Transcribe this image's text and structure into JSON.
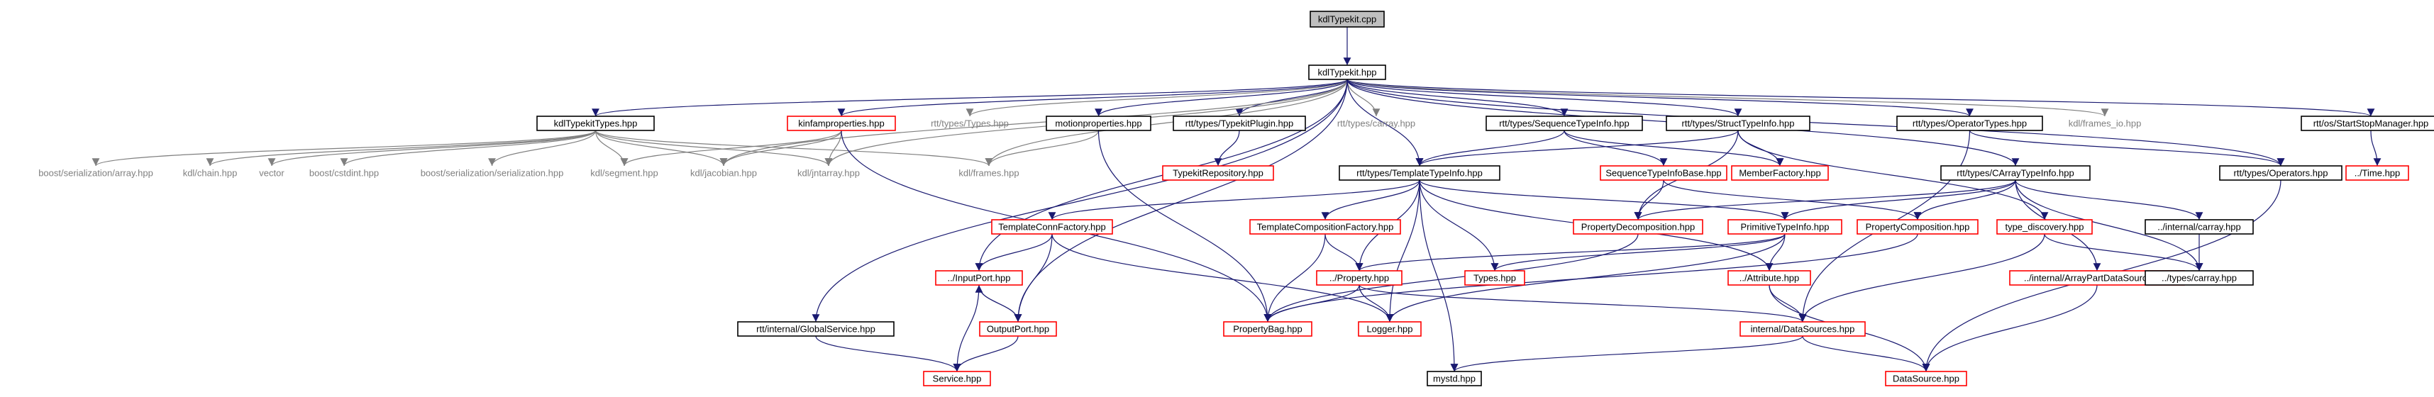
{
  "title": "kdlTypekit.cpp",
  "nodes": [
    {
      "id": "root",
      "label": "kdlTypekit.cpp",
      "style": "root"
    },
    {
      "id": "kdlTypekit_hpp",
      "label": "kdlTypekit.hpp",
      "style": "black"
    },
    {
      "id": "kdlTypekitTypes_hpp",
      "label": "kdlTypekitTypes.hpp",
      "style": "black"
    },
    {
      "id": "kinfamproperties_hpp",
      "label": "kinfamproperties.hpp",
      "style": "red"
    },
    {
      "id": "rtt_types_Types_hpp",
      "label": "rtt/types/Types.hpp",
      "style": "plain"
    },
    {
      "id": "motionproperties_hpp",
      "label": "motionproperties.hpp",
      "style": "black"
    },
    {
      "id": "TypekitPlugin_hpp",
      "label": "rtt/types/TypekitPlugin.hpp",
      "style": "black"
    },
    {
      "id": "rtt_carray_hpp",
      "label": "rtt/types/carray.hpp",
      "style": "plain"
    },
    {
      "id": "SequenceTypeInfo_hpp",
      "label": "rtt/types/SequenceTypeInfo.hpp",
      "style": "black"
    },
    {
      "id": "StructTypeInfo_hpp",
      "label": "rtt/types/StructTypeInfo.hpp",
      "style": "black"
    },
    {
      "id": "OperatorTypes_hpp",
      "label": "rtt/types/OperatorTypes.hpp",
      "style": "black"
    },
    {
      "id": "kdl_frames_io_hpp",
      "label": "kdl/frames_io.hpp",
      "style": "plain"
    },
    {
      "id": "StartStopManager_hpp",
      "label": "rtt/os/StartStopManager.hpp",
      "style": "black"
    },
    {
      "id": "boost_array_hpp",
      "label": "boost/serialization/array.hpp",
      "style": "plain"
    },
    {
      "id": "kdl_chain_hpp",
      "label": "kdl/chain.hpp",
      "style": "plain"
    },
    {
      "id": "vector",
      "label": "vector",
      "style": "plain"
    },
    {
      "id": "boost_cstdint_hpp",
      "label": "boost/cstdint.hpp",
      "style": "plain"
    },
    {
      "id": "boost_serialization_hpp",
      "label": "boost/serialization/serialization.hpp",
      "style": "plain"
    },
    {
      "id": "kdl_segment_hpp",
      "label": "kdl/segment.hpp",
      "style": "plain"
    },
    {
      "id": "kdl_jacobian_hpp",
      "label": "kdl/jacobian.hpp",
      "style": "plain"
    },
    {
      "id": "kdl_jntarray_hpp",
      "label": "kdl/jntarray.hpp",
      "style": "plain"
    },
    {
      "id": "kdl_frames_hpp",
      "label": "kdl/frames.hpp",
      "style": "plain"
    },
    {
      "id": "TypekitRepository_hpp",
      "label": "TypekitRepository.hpp",
      "style": "red"
    },
    {
      "id": "TemplateTypeInfo_hpp",
      "label": "rtt/types/TemplateTypeInfo.hpp",
      "style": "black"
    },
    {
      "id": "SequenceTypeInfoBase_hpp",
      "label": "SequenceTypeInfoBase.hpp",
      "style": "red"
    },
    {
      "id": "MemberFactory_hpp",
      "label": "MemberFactory.hpp",
      "style": "red"
    },
    {
      "id": "CArrayTypeInfo_hpp",
      "label": "rtt/types/CArrayTypeInfo.hpp",
      "style": "black"
    },
    {
      "id": "rtt_Operators_hpp",
      "label": "rtt/types/Operators.hpp",
      "style": "black"
    },
    {
      "id": "Time_hpp",
      "label": "../Time.hpp",
      "style": "red"
    },
    {
      "id": "TemplateConnFactory_hpp",
      "label": "TemplateConnFactory.hpp",
      "style": "red"
    },
    {
      "id": "TemplateCompositionFactory_hpp",
      "label": "TemplateCompositionFactory.hpp",
      "style": "red"
    },
    {
      "id": "PropertyDecomposition_hpp",
      "label": "PropertyDecomposition.hpp",
      "style": "red"
    },
    {
      "id": "PrimitiveTypeInfo_hpp",
      "label": "PrimitiveTypeInfo.hpp",
      "style": "red"
    },
    {
      "id": "PropertyComposition_hpp",
      "label": "PropertyComposition.hpp",
      "style": "red"
    },
    {
      "id": "type_discovery_hpp",
      "label": "type_discovery.hpp",
      "style": "red"
    },
    {
      "id": "internal_carray_hpp",
      "label": "../internal/carray.hpp",
      "style": "black"
    },
    {
      "id": "InputPort_hpp",
      "label": "../InputPort.hpp",
      "style": "red"
    },
    {
      "id": "Property_hpp",
      "label": "../Property.hpp",
      "style": "red"
    },
    {
      "id": "Types_hpp",
      "label": "Types.hpp",
      "style": "red"
    },
    {
      "id": "Attribute_hpp",
      "label": "../Attribute.hpp",
      "style": "red"
    },
    {
      "id": "ArrayPartDataSource_hpp",
      "label": "../internal/ArrayPartDataSource.hpp",
      "style": "red"
    },
    {
      "id": "types_carray_hpp",
      "label": "../types/carray.hpp",
      "style": "black"
    },
    {
      "id": "GlobalService_hpp",
      "label": "rtt/internal/GlobalService.hpp",
      "style": "black"
    },
    {
      "id": "OutputPort_hpp",
      "label": "OutputPort.hpp",
      "style": "red"
    },
    {
      "id": "PropertyBag_hpp",
      "label": "PropertyBag.hpp",
      "style": "red"
    },
    {
      "id": "Logger_hpp",
      "label": "Logger.hpp",
      "style": "red"
    },
    {
      "id": "internal_DataSources_hpp",
      "label": "internal/DataSources.hpp",
      "style": "red"
    },
    {
      "id": "Service_hpp",
      "label": "Service.hpp",
      "style": "red"
    },
    {
      "id": "mystd_hpp",
      "label": "mystd.hpp",
      "style": "black"
    },
    {
      "id": "DataSource_hpp",
      "label": "DataSource.hpp",
      "style": "red"
    }
  ],
  "edges": [
    [
      "root",
      "kdlTypekit_hpp"
    ],
    [
      "kdlTypekit_hpp",
      "kdlTypekitTypes_hpp"
    ],
    [
      "kdlTypekit_hpp",
      "kinfamproperties_hpp"
    ],
    [
      "kdlTypekit_hpp",
      "rtt_types_Types_hpp"
    ],
    [
      "kdlTypekit_hpp",
      "motionproperties_hpp"
    ],
    [
      "kdlTypekit_hpp",
      "TypekitPlugin_hpp"
    ],
    [
      "kdlTypekit_hpp",
      "rtt_carray_hpp"
    ],
    [
      "kdlTypekit_hpp",
      "SequenceTypeInfo_hpp"
    ],
    [
      "kdlTypekit_hpp",
      "StructTypeInfo_hpp"
    ],
    [
      "kdlTypekit_hpp",
      "OperatorTypes_hpp"
    ],
    [
      "kdlTypekit_hpp",
      "kdl_frames_io_hpp"
    ],
    [
      "kdlTypekit_hpp",
      "StartStopManager_hpp"
    ],
    [
      "kdlTypekit_hpp",
      "kdl_jacobian_hpp"
    ],
    [
      "kdlTypekit_hpp",
      "kdl_jntarray_hpp"
    ],
    [
      "kdlTypekit_hpp",
      "kdl_frames_hpp"
    ],
    [
      "kdlTypekit_hpp",
      "TemplateTypeInfo_hpp"
    ],
    [
      "kdlTypekit_hpp",
      "CArrayTypeInfo_hpp"
    ],
    [
      "kdlTypekit_hpp",
      "rtt_Operators_hpp"
    ],
    [
      "kdlTypekit_hpp",
      "InputPort_hpp"
    ],
    [
      "kdlTypekit_hpp",
      "OutputPort_hpp"
    ],
    [
      "kdlTypekit_hpp",
      "GlobalService_hpp"
    ],
    [
      "kdlTypekitTypes_hpp",
      "boost_array_hpp"
    ],
    [
      "kdlTypekitTypes_hpp",
      "kdl_chain_hpp"
    ],
    [
      "kdlTypekitTypes_hpp",
      "vector"
    ],
    [
      "kdlTypekitTypes_hpp",
      "boost_cstdint_hpp"
    ],
    [
      "kdlTypekitTypes_hpp",
      "boost_serialization_hpp"
    ],
    [
      "kdlTypekitTypes_hpp",
      "kdl_segment_hpp"
    ],
    [
      "kdlTypekitTypes_hpp",
      "kdl_jacobian_hpp"
    ],
    [
      "kdlTypekitTypes_hpp",
      "kdl_jntarray_hpp"
    ],
    [
      "kdlTypekitTypes_hpp",
      "kdl_frames_hpp"
    ],
    [
      "kinfamproperties_hpp",
      "kdl_segment_hpp"
    ],
    [
      "kinfamproperties_hpp",
      "kdl_jacobian_hpp"
    ],
    [
      "kinfamproperties_hpp",
      "kdl_jntarray_hpp"
    ],
    [
      "kinfamproperties_hpp",
      "PropertyBag_hpp"
    ],
    [
      "motionproperties_hpp",
      "kdl_frames_hpp"
    ],
    [
      "motionproperties_hpp",
      "PropertyBag_hpp"
    ],
    [
      "TypekitPlugin_hpp",
      "TypekitRepository_hpp"
    ],
    [
      "SequenceTypeInfo_hpp",
      "TemplateTypeInfo_hpp"
    ],
    [
      "SequenceTypeInfo_hpp",
      "SequenceTypeInfoBase_hpp"
    ],
    [
      "SequenceTypeInfo_hpp",
      "MemberFactory_hpp"
    ],
    [
      "StructTypeInfo_hpp",
      "TemplateTypeInfo_hpp"
    ],
    [
      "StructTypeInfo_hpp",
      "MemberFactory_hpp"
    ],
    [
      "StructTypeInfo_hpp",
      "PropertyDecomposition_hpp"
    ],
    [
      "StructTypeInfo_hpp",
      "type_discovery_hpp"
    ],
    [
      "OperatorTypes_hpp",
      "rtt_Operators_hpp"
    ],
    [
      "OperatorTypes_hpp",
      "internal_DataSources_hpp"
    ],
    [
      "StartStopManager_hpp",
      "Time_hpp"
    ],
    [
      "TemplateTypeInfo_hpp",
      "TemplateConnFactory_hpp"
    ],
    [
      "TemplateTypeInfo_hpp",
      "TemplateCompositionFactory_hpp"
    ],
    [
      "TemplateTypeInfo_hpp",
      "PrimitiveTypeInfo_hpp"
    ],
    [
      "TemplateTypeInfo_hpp",
      "Types_hpp"
    ],
    [
      "TemplateTypeInfo_hpp",
      "Property_hpp"
    ],
    [
      "TemplateTypeInfo_hpp",
      "Attribute_hpp"
    ],
    [
      "TemplateTypeInfo_hpp",
      "Logger_hpp"
    ],
    [
      "TemplateTypeInfo_hpp",
      "mystd_hpp"
    ],
    [
      "SequenceTypeInfoBase_hpp",
      "PropertyDecomposition_hpp"
    ],
    [
      "SequenceTypeInfoBase_hpp",
      "PropertyComposition_hpp"
    ],
    [
      "CArrayTypeInfo_hpp",
      "PrimitiveTypeInfo_hpp"
    ],
    [
      "CArrayTypeInfo_hpp",
      "PropertyComposition_hpp"
    ],
    [
      "CArrayTypeInfo_hpp",
      "PropertyDecomposition_hpp"
    ],
    [
      "CArrayTypeInfo_hpp",
      "internal_carray_hpp"
    ],
    [
      "CArrayTypeInfo_hpp",
      "ArrayPartDataSource_hpp"
    ],
    [
      "CArrayTypeInfo_hpp",
      "types_carray_hpp"
    ],
    [
      "rtt_Operators_hpp",
      "DataSource_hpp"
    ],
    [
      "TemplateConnFactory_hpp",
      "InputPort_hpp"
    ],
    [
      "TemplateConnFactory_hpp",
      "OutputPort_hpp"
    ],
    [
      "TemplateConnFactory_hpp",
      "Logger_hpp"
    ],
    [
      "TemplateCompositionFactory_hpp",
      "Property_hpp"
    ],
    [
      "TemplateCompositionFactory_hpp",
      "PropertyBag_hpp"
    ],
    [
      "PropertyDecomposition_hpp",
      "PropertyBag_hpp"
    ],
    [
      "PrimitiveTypeInfo_hpp",
      "Types_hpp"
    ],
    [
      "PrimitiveTypeInfo_hpp",
      "Attribute_hpp"
    ],
    [
      "PrimitiveTypeInfo_hpp",
      "Property_hpp"
    ],
    [
      "PrimitiveTypeInfo_hpp",
      "Logger_hpp"
    ],
    [
      "PropertyComposition_hpp",
      "PropertyBag_hpp"
    ],
    [
      "type_discovery_hpp",
      "types_carray_hpp"
    ],
    [
      "type_discovery_hpp",
      "internal_DataSources_hpp"
    ],
    [
      "internal_carray_hpp",
      "types_carray_hpp"
    ],
    [
      "InputPort_hpp",
      "OutputPort_hpp"
    ],
    [
      "InputPort_hpp",
      "Service_hpp"
    ],
    [
      "OutputPort_hpp",
      "InputPort_hpp"
    ],
    [
      "OutputPort_hpp",
      "Service_hpp"
    ],
    [
      "Property_hpp",
      "PropertyBag_hpp"
    ],
    [
      "Property_hpp",
      "Logger_hpp"
    ],
    [
      "Property_hpp",
      "internal_DataSources_hpp"
    ],
    [
      "Attribute_hpp",
      "internal_DataSources_hpp"
    ],
    [
      "Attribute_hpp",
      "DataSource_hpp"
    ],
    [
      "ArrayPartDataSource_hpp",
      "DataSource_hpp"
    ],
    [
      "GlobalService_hpp",
      "Service_hpp"
    ],
    [
      "internal_DataSources_hpp",
      "DataSource_hpp"
    ],
    [
      "internal_DataSources_hpp",
      "mystd_hpp"
    ]
  ],
  "colors": {
    "edge": "#191970",
    "edge_gray": "#7f7f7f",
    "node_red": "#ff0000",
    "node_black": "#000000",
    "node_root_fill": "#bfbfbf",
    "node_plain_text": "#7f7f7f"
  }
}
